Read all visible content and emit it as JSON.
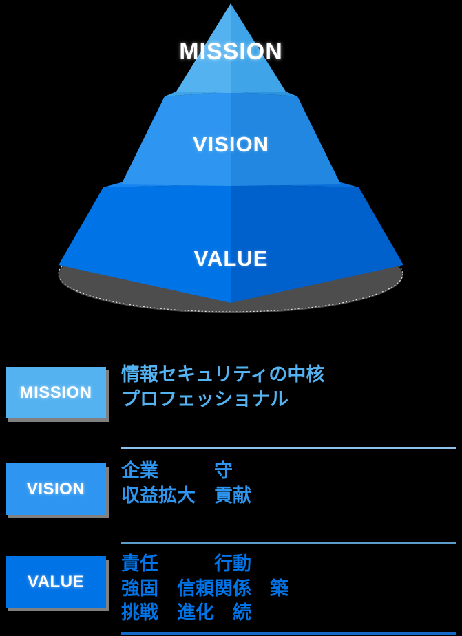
{
  "pyramid": {
    "tiers": [
      {
        "id": "mission",
        "label": "MISSION",
        "color_left": "#55b2f0",
        "color_right": "#3fa4e8"
      },
      {
        "id": "vision",
        "label": "VISION",
        "color_left": "#2e96f0",
        "color_right": "#2187e0"
      },
      {
        "id": "value",
        "label": "VALUE",
        "color_left": "#0073e6",
        "color_right": "#0060cc"
      }
    ],
    "shadow_color": "#4d4d4d"
  },
  "legend": {
    "rows": [
      {
        "id": "mission",
        "badge": "MISSION",
        "badge_color": "#55b2f0",
        "text": "情報セキュリティの中核\nプロフェッショナル",
        "divider_color": "#8dc2e8"
      },
      {
        "id": "vision",
        "badge": "VISION",
        "badge_color": "#2e96f0",
        "text": "企業　　　守\n収益拡大　貢献",
        "divider_color": "#5d9cc8"
      },
      {
        "id": "value",
        "badge": "VALUE",
        "badge_color": "#0073e6",
        "text": "責任　　　行動\n強固　信頼関係　築\n挑戦　進化　続",
        "divider_color": "#1769c8"
      }
    ]
  }
}
